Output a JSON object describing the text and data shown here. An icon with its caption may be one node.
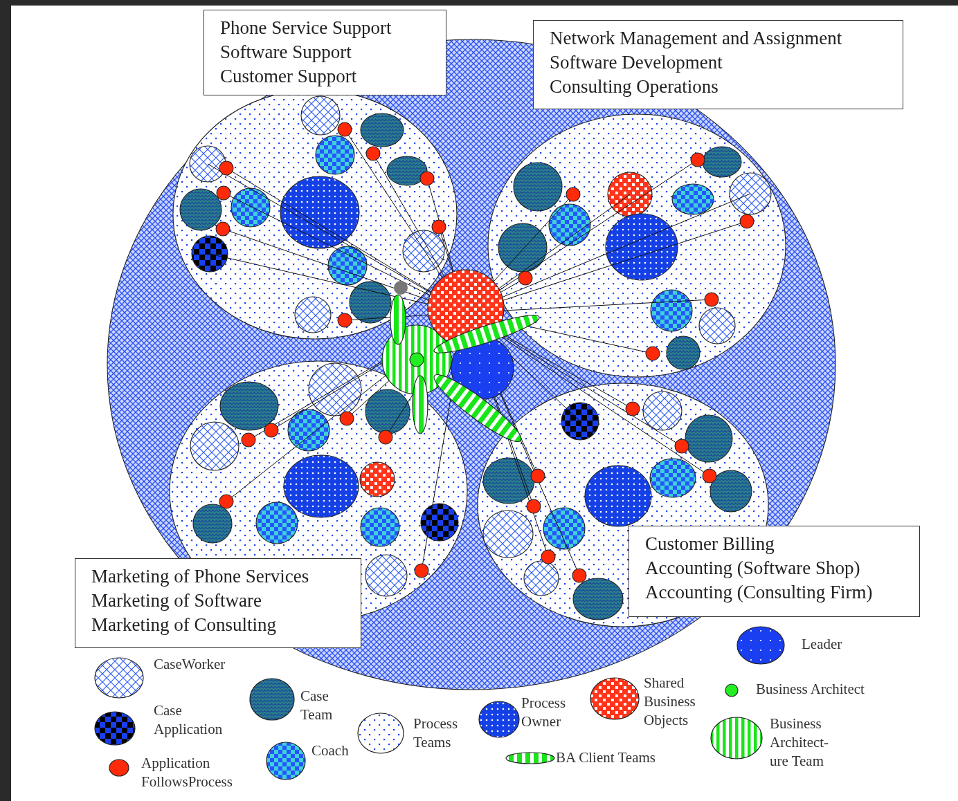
{
  "diagram": {
    "nodes": [
      {
        "text": [
          "Phone Service Support",
          "Software Support",
          "Customer Support"
        ]
      },
      {
        "text": [
          "Network Management and Assignment",
          "Software Development",
          "Consulting Operations"
        ]
      },
      {
        "text": [
          "Customer Billing",
          "Accounting (Software Shop)",
          "Accounting (Consulting Firm)"
        ]
      },
      {
        "text": [
          "Marketing of Phone Services",
          "Marketing of Software",
          "Marketing of Consulting"
        ]
      }
    ],
    "legend": [
      {
        "text": "CaseWorker"
      },
      {
        "text": "Case Application"
      },
      {
        "text": "Application FollowsProcess"
      },
      {
        "text": "Case Team"
      },
      {
        "text": "Coach"
      },
      {
        "text": "Process Teams"
      },
      {
        "text": "Process Owner"
      },
      {
        "text": "BA Client Teams"
      },
      {
        "text": "Shared Business Objects"
      },
      {
        "text": "Leader"
      },
      {
        "text": "Business Architect"
      },
      {
        "text": "Business Architect- ure Team"
      }
    ]
  }
}
